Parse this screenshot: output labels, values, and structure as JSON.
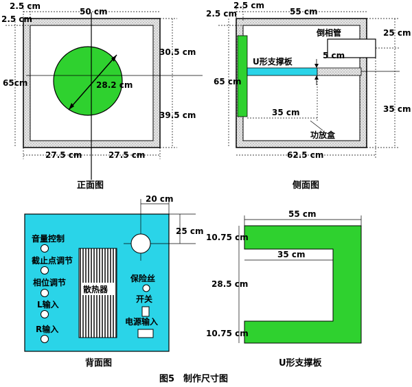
{
  "colors": {
    "green": "#2fd12f",
    "cyan": "#2ad4e8",
    "panel": "#2ad4e8",
    "hatch": "#cccccc",
    "line": "#000000"
  },
  "front": {
    "caption": "正面图",
    "dim_total_width": "50 cm",
    "dim_wall_top": "2.5 cm",
    "dim_wall_left": "2.5 cm",
    "dim_total_height": "65cm",
    "dim_upper": "30.5 cm",
    "dim_lower": "39.5 cm",
    "dim_diameter": "28.2 cm",
    "dim_left_half": "27.5 cm",
    "dim_right_half": "27.5 cm"
  },
  "side": {
    "caption": "侧面图",
    "dim_wall_top": "2.5 cm",
    "dim_wall_left": "2.5 cm",
    "dim_depth": "55 cm",
    "dim_total_height": "65 cm",
    "dim_tube_offset": "25 cm",
    "dim_tube_dia": "5 cm",
    "dim_lower": "35 cm",
    "dim_board_len": "35 cm",
    "dim_total_depth": "62.5 cm",
    "label_tube": "倒相管",
    "label_board": "U形支撑板",
    "label_amp": "功放盒"
  },
  "back": {
    "caption": "背面图",
    "dim_hole_x": "20 cm",
    "dim_hole_y": "25 cm",
    "label_volume": "音量控制",
    "label_cutoff": "截止点调节",
    "label_phase": "相位调节",
    "label_l_in": "L输入",
    "label_r_in": "R输入",
    "label_heatsink": "散热器",
    "label_fuse": "保险丝",
    "label_switch": "开关",
    "label_power": "电源输入"
  },
  "uboard": {
    "caption": "U形支撑板",
    "dim_width": "55 cm",
    "dim_inner": "35 cm",
    "dim_arm_top": "10.75 cm",
    "dim_gap": "28.5 cm",
    "dim_arm_bottom": "10.75 cm"
  },
  "figure": {
    "caption": "图5　制作尺寸图"
  }
}
